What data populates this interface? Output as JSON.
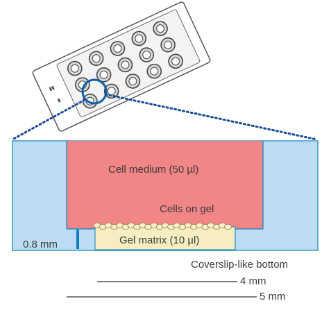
{
  "labels": {
    "cell_medium": "Cell medium (50 µl)",
    "cells_on_gel": "Cells on gel",
    "gel_matrix": "Gel matrix (10 µl)",
    "well_depth": "0.8 mm",
    "bottom": "Coverslip-like bottom",
    "inner_width": "4 mm",
    "outer_width": "5 mm"
  },
  "colors": {
    "well_wall": "#bcdcf3",
    "well_outline": "#0a7fc4",
    "medium": "#f28585",
    "gel": "#f6eec0",
    "magnifier_ring": "#0a5ea8",
    "dotted_line": "#154a9a",
    "slide": "#ffffff",
    "slide_outline": "#555555",
    "scale_line": "#555555"
  },
  "slide": {
    "rows": 3,
    "columns": 5,
    "highlighted_well": "bottom-left"
  }
}
